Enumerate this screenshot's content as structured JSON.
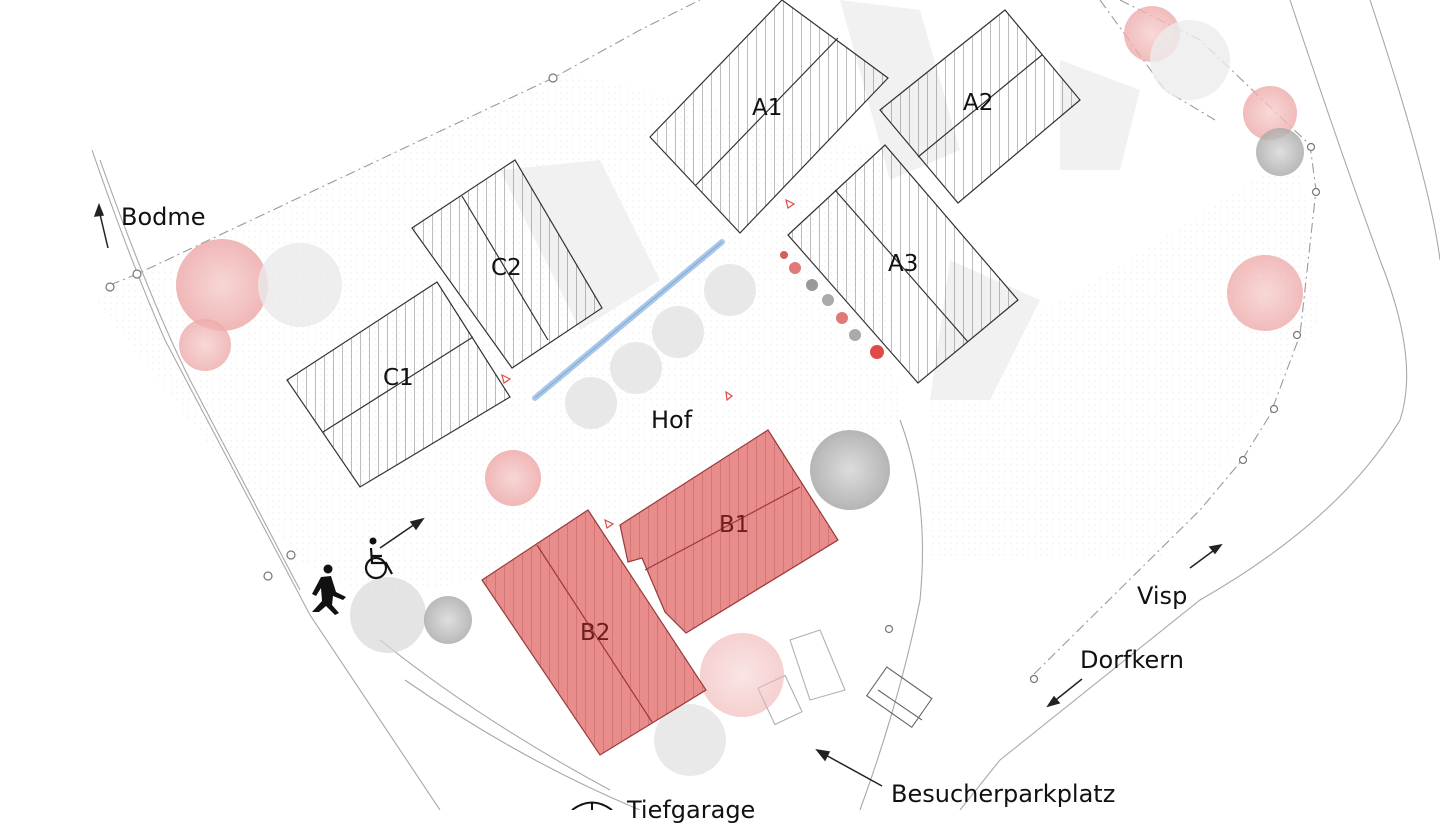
{
  "site_plan": {
    "buildings": {
      "a1": "A1",
      "a2": "A2",
      "a3": "A3",
      "b1": "B1",
      "b2": "B2",
      "c1": "C1",
      "c2": "C2"
    },
    "courtyard": "Hof",
    "directions": {
      "bodme": "Bodme",
      "visp": "Visp",
      "dorfkern": "Dorfkern",
      "visitor_parking": "Besucherparkplatz",
      "underground_garage": "Tiefgarage"
    },
    "colors": {
      "highlight_building": "#e88c8c",
      "tree_red": "#f0b8b8",
      "tree_grey": "#bdbdbd",
      "roof_grey": "#f4f4f4",
      "path_blue": "#a9c8e8"
    }
  }
}
